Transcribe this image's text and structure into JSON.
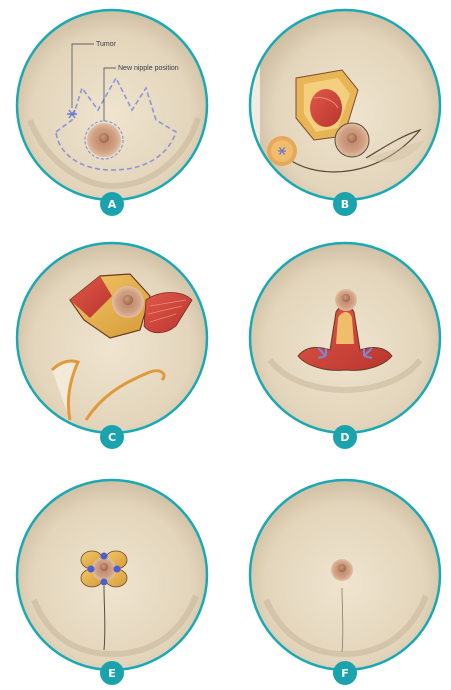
{
  "panels": [
    {
      "id": "A",
      "label": "A"
    },
    {
      "id": "B",
      "label": "B"
    },
    {
      "id": "C",
      "label": "C"
    },
    {
      "id": "D",
      "label": "D"
    },
    {
      "id": "E",
      "label": "E"
    },
    {
      "id": "F",
      "label": "F"
    }
  ],
  "annotations": {
    "tumor": "Tumor",
    "new_nipple_position": "New nipple position"
  },
  "colors": {
    "ring": "#1aa9b4",
    "badge": "#1ba3ad",
    "skin": "#e8dcc5",
    "skin_shadow": "#b8aa8f",
    "areola": "#c99a7b",
    "nipple": "#b07a5e",
    "muscle": "#d2463c",
    "fat": "#e6b34d",
    "dashed_marking": "#8e95d8",
    "blue_marker": "#4a5fd6"
  }
}
